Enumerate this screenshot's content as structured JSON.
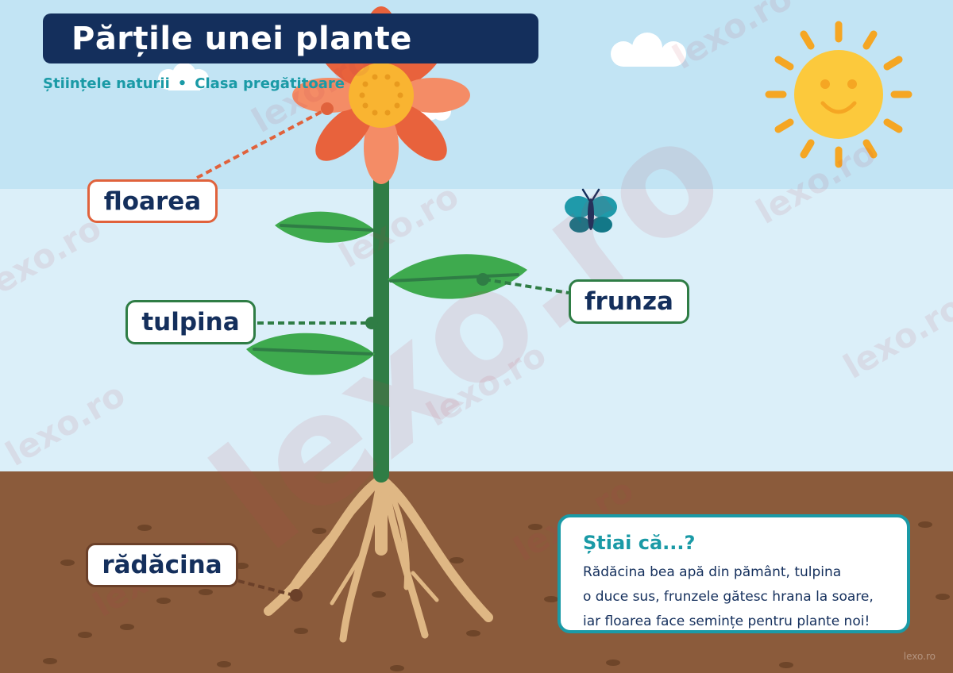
{
  "title": "Părțile unei plante",
  "subtitle": {
    "subject": "Științele naturii",
    "separator": "•",
    "grade": "Clasa pregătitoare"
  },
  "labels": {
    "flower": "floarea",
    "stem": "tulpina",
    "leaf": "frunza",
    "root": "rădăcina"
  },
  "fact_box": {
    "title": "Știai că...?",
    "lines": [
      "Rădăcina bea apă din pământ, tulpina",
      "o duce sus, frunzele gătesc hrana la soare,",
      "iar floarea face semințe pentru plante noi!"
    ]
  },
  "watermark": "lexo.ro",
  "colors": {
    "sky": "#c2e4f4",
    "sky_lower": "#dbeff9",
    "soil": "#8b5b3b",
    "stem": "#2f7d45",
    "leaf": "#3eaa4e",
    "petal_dark": "#e8623c",
    "petal_light": "#f48c66",
    "flower_center": "#f9b431",
    "sun": "#fcc93c",
    "sun_rays": "#f5a623",
    "root": "#dfb784",
    "butterfly": "#1f9aaa",
    "accent_title_bg": "#142f5c",
    "flower_label_border": "#e0623c",
    "green_label_border": "#2f7d45",
    "root_label_border": "#6b4029",
    "fact_border": "#1a9aa6"
  },
  "icons": [
    "sun-icon",
    "cloud-icon",
    "butterfly-icon",
    "flower-icon"
  ]
}
